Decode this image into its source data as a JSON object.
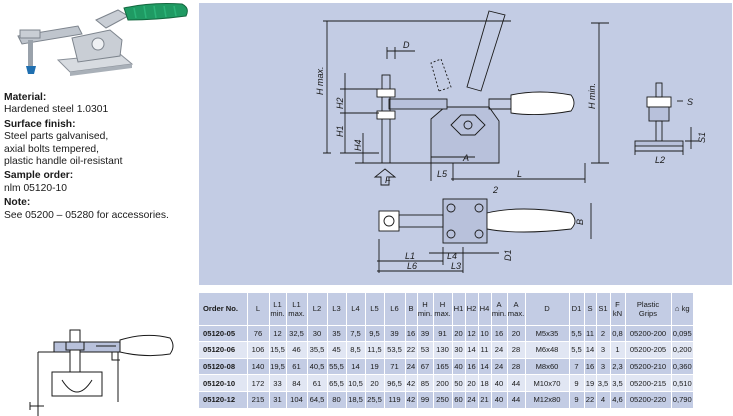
{
  "specs": [
    {
      "heading": "Material:",
      "lines": [
        "Hardened steel 1.0301"
      ]
    },
    {
      "heading": "Surface finish:",
      "lines": [
        "Steel parts galvanised,",
        "axial bolts tempered,",
        "plastic handle oil-resistant"
      ]
    },
    {
      "heading": "Sample order:",
      "lines": [
        "nlm 05120-10"
      ]
    },
    {
      "heading": "Note:",
      "lines": [
        "See 05200 – 05280 for accessories."
      ]
    }
  ],
  "drawing_labels": {
    "h_max": "H max.",
    "h_min": "H min.",
    "h1": "H1",
    "h2": "H2",
    "h4": "H4",
    "d": "D",
    "f": "F",
    "l": "L",
    "l1": "L1",
    "l2": "L2",
    "l3": "L3",
    "l4": "L4",
    "l5": "L5",
    "l6": "L6",
    "a": "A",
    "b": "B",
    "d1": "D1",
    "s": "S",
    "s1": "S1",
    "two": "2"
  },
  "table": {
    "headers": [
      [
        "Order No.",
        ""
      ],
      [
        "L",
        ""
      ],
      [
        "L1",
        "min."
      ],
      [
        "L1",
        "max."
      ],
      [
        "L2",
        ""
      ],
      [
        "L3",
        ""
      ],
      [
        "L4",
        ""
      ],
      [
        "L5",
        ""
      ],
      [
        "L6",
        ""
      ],
      [
        "B",
        ""
      ],
      [
        "H",
        "min."
      ],
      [
        "H",
        "max."
      ],
      [
        "H1",
        ""
      ],
      [
        "H2",
        ""
      ],
      [
        "H4",
        ""
      ],
      [
        "A",
        "min."
      ],
      [
        "A",
        "max."
      ],
      [
        "D",
        ""
      ],
      [
        "D1",
        ""
      ],
      [
        "S",
        ""
      ],
      [
        "S1",
        ""
      ],
      [
        "F",
        "kN"
      ],
      [
        "Plastic",
        "Grips"
      ],
      [
        "⌂ kg",
        ""
      ]
    ],
    "rows": [
      [
        "05120-05",
        "76",
        "12",
        "32,5",
        "30",
        "35",
        "7,5",
        "9,5",
        "39",
        "16",
        "39",
        "91",
        "20",
        "12",
        "10",
        "16",
        "20",
        "M5x35",
        "5,5",
        "11",
        "2",
        "0,8",
        "05200-200",
        "0,095"
      ],
      [
        "05120-06",
        "106",
        "15,5",
        "46",
        "35,5",
        "45",
        "8,5",
        "11,5",
        "53,5",
        "22",
        "53",
        "130",
        "30",
        "14",
        "11",
        "24",
        "28",
        "M6x48",
        "5,5",
        "14",
        "3",
        "1",
        "05200-205",
        "0,200"
      ],
      [
        "05120-08",
        "140",
        "19,5",
        "61",
        "40,5",
        "55,5",
        "14",
        "19",
        "71",
        "24",
        "67",
        "165",
        "40",
        "16",
        "14",
        "24",
        "28",
        "M8x60",
        "7",
        "16",
        "3",
        "2,3",
        "05200-210",
        "0,360"
      ],
      [
        "05120-10",
        "172",
        "33",
        "84",
        "61",
        "65,5",
        "10,5",
        "20",
        "96,5",
        "42",
        "85",
        "200",
        "50",
        "20",
        "18",
        "40",
        "44",
        "M10x70",
        "9",
        "19",
        "3,5",
        "3,5",
        "05200-215",
        "0,510"
      ],
      [
        "05120-12",
        "215",
        "31",
        "104",
        "64,5",
        "80",
        "18,5",
        "25,5",
        "119",
        "42",
        "99",
        "250",
        "60",
        "24",
        "21",
        "40",
        "44",
        "M12x80",
        "9",
        "22",
        "4",
        "4,6",
        "05200-220",
        "0,790"
      ]
    ]
  },
  "colors": {
    "panel": "#c3cce4",
    "row_alt": "#e1e6f3",
    "grip": "#1f9a63"
  }
}
